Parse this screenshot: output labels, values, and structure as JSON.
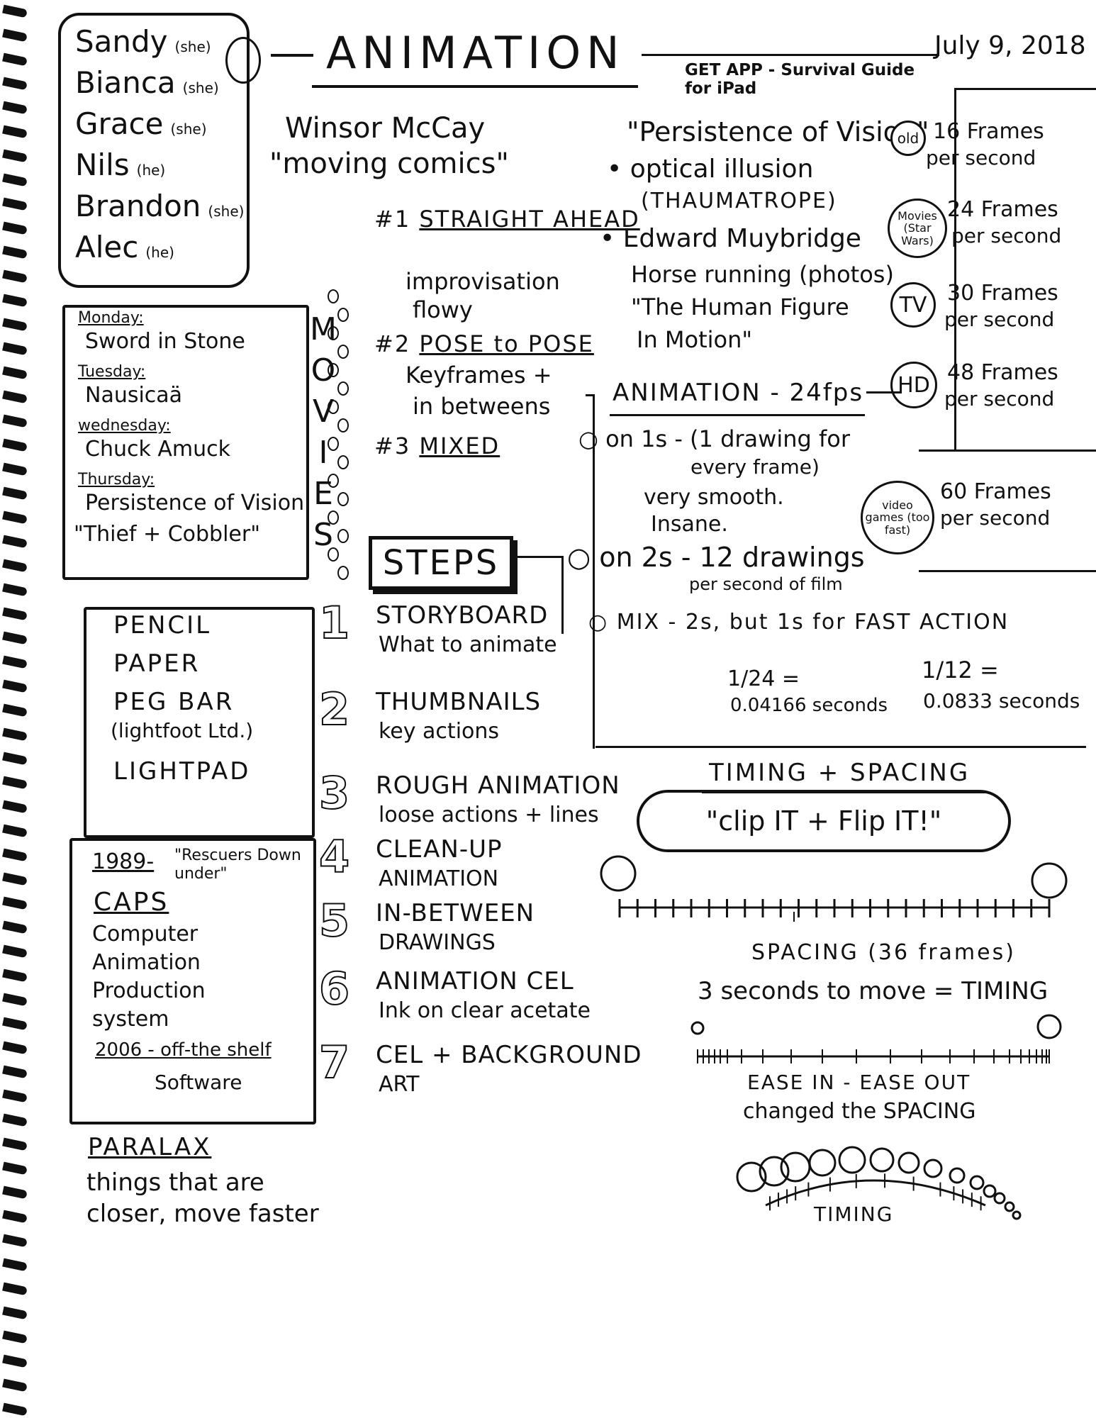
{
  "header": {
    "title": "ANIMATION",
    "date": "July 9, 2018",
    "app_note": "GET APP - Survival Guide for iPad"
  },
  "names": [
    {
      "name": "Sandy",
      "pron": "(she)"
    },
    {
      "name": "Bianca",
      "pron": "(she)"
    },
    {
      "name": "Grace",
      "pron": "(she)"
    },
    {
      "name": "Nils",
      "pron": "(he)"
    },
    {
      "name": "Brandon",
      "pron": "(she)"
    },
    {
      "name": "Alec",
      "pron": "(he)"
    }
  ],
  "movies": {
    "vertical_label": "MOVIES",
    "schedule": [
      {
        "day": "Monday:",
        "title": "Sword in Stone"
      },
      {
        "day": "Tuesday:",
        "title": "Nausicaä"
      },
      {
        "day": "wednesday:",
        "title": "Chuck Amuck"
      },
      {
        "day": "Thursday:",
        "title": "Persistence of Vision"
      }
    ],
    "extra": "\"Thief + Cobbler\""
  },
  "materials": [
    "PENCIL",
    "PAPER",
    "PEG BAR",
    "(lightfoot Ltd.)",
    "LIGHTPAD"
  ],
  "caps_box": {
    "year1": "1989-",
    "year1_title": "\"Rescuers Down under\"",
    "caps": "CAPS",
    "lines": [
      "Computer",
      "Animation",
      "Production",
      "system"
    ],
    "year2": "2006 - off-the shelf",
    "year2_b": "Software"
  },
  "paralax": {
    "title": "PARALAX",
    "lines": [
      "things that are",
      "closer, move faster"
    ]
  },
  "mccay": {
    "name": "Winsor McCay",
    "quote": "\"moving comics\""
  },
  "methods": [
    {
      "num": "#1",
      "title": "STRAIGHT AHEAD",
      "desc": "improvisation",
      "desc2": "flowy"
    },
    {
      "num": "#2",
      "title": "POSE to POSE",
      "desc": "Keyframes +",
      "desc2": "in betweens"
    },
    {
      "num": "#3",
      "title": "MIXED",
      "desc": "",
      "desc2": ""
    }
  ],
  "steps": {
    "title": "STEPS",
    "items": [
      {
        "n": "1",
        "title": "STORYBOARD",
        "desc": "What to animate"
      },
      {
        "n": "2",
        "title": "THUMBNAILS",
        "desc": "key actions"
      },
      {
        "n": "3",
        "title": "ROUGH ANIMATION",
        "desc": "loose actions + lines"
      },
      {
        "n": "4",
        "title": "CLEAN-UP",
        "desc": "ANIMATION"
      },
      {
        "n": "5",
        "title": "IN-BETWEEN",
        "desc": "DRAWINGS"
      },
      {
        "n": "6",
        "title": "ANIMATION CEL",
        "desc": "Ink on clear acetate"
      },
      {
        "n": "7",
        "title": "CEL + BACKGROUND",
        "desc": "ART"
      }
    ]
  },
  "persistence": {
    "title": "\"Persistence of Vision\"",
    "b1": "optical illusion",
    "b1b": "(THAUMATROPE)",
    "b2": "Edward Muybridge",
    "b2b": "Horse running (photos)",
    "b2c": "\"The Human Figure",
    "b2d": "In Motion\""
  },
  "frame_rates": [
    {
      "label": "old",
      "text": "16 Frames",
      "text2": "per second"
    },
    {
      "label": "Movies (Star Wars)",
      "text": "24 Frames",
      "text2": "per second"
    },
    {
      "label": "TV",
      "text": "30 Frames",
      "text2": "per second"
    },
    {
      "label": "HD",
      "text": "48 Frames",
      "text2": "per second"
    },
    {
      "label": "video games (too fast)",
      "text": "60 Frames",
      "text2": "per second"
    }
  ],
  "anim24": {
    "title": "ANIMATION - 24fps",
    "on1": "on 1s - (1 drawing for",
    "on1b": "every frame)",
    "on1c": "very smooth.",
    "on1d": "Insane.",
    "on2": "on 2s - 12 drawings",
    "on2b": "per second of film",
    "mix": "MIX - 2s, but 1s for FAST ACTION",
    "f1": "1/24 =",
    "f1b": "0.04166 seconds",
    "f2": "1/12 =",
    "f2b": "0.0833 seconds"
  },
  "timing": {
    "title": "TIMING + SPACING",
    "quote": "\"clip IT + Flip IT!\"",
    "spacing": "SPACING (36 frames)",
    "seconds": "3 seconds to move = TIMING",
    "ease": "EASE IN - EASE OUT",
    "ease2": "changed the SPACING",
    "arc_label": "TIMING"
  }
}
